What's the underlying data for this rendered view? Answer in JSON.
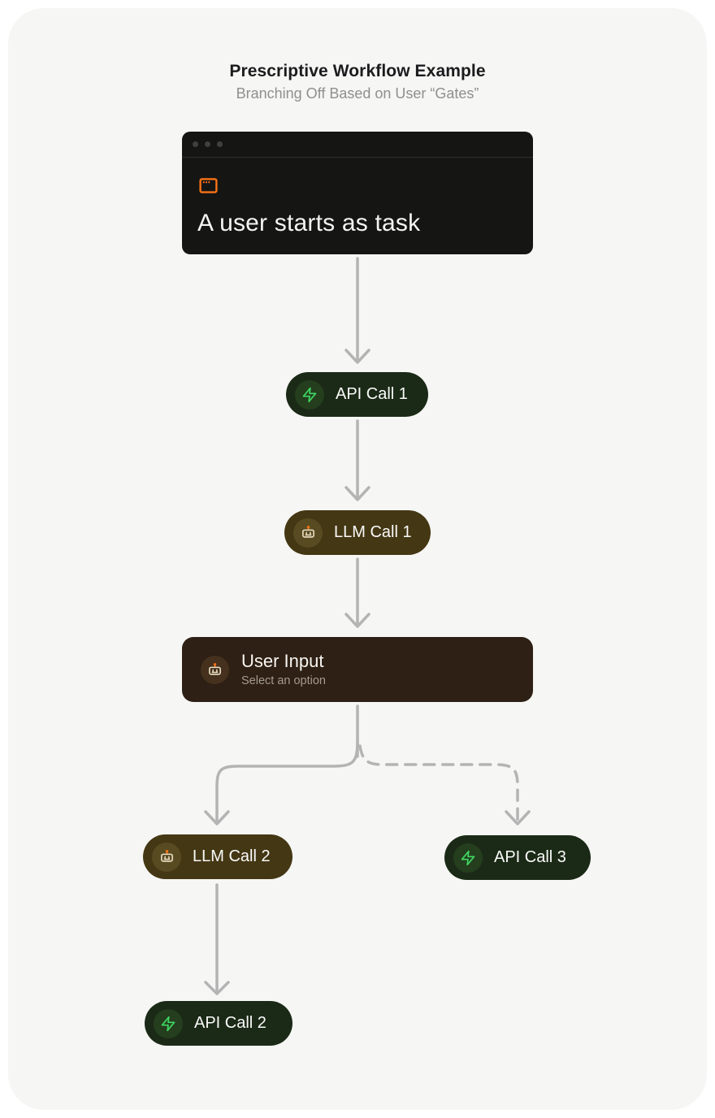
{
  "header": {
    "title": "Prescriptive Workflow Example",
    "subtitle": "Branching Off Based on User “Gates”"
  },
  "terminal": {
    "text": "A user starts as task",
    "icon": "app-window-icon",
    "window_dots": 3
  },
  "nodes": {
    "api_call_1": {
      "label": "API Call 1",
      "icon": "zap-icon",
      "type": "api"
    },
    "llm_call_1": {
      "label": "LLM Call 1",
      "icon": "bot-icon",
      "type": "llm"
    },
    "user_input": {
      "title": "User Input",
      "subtitle": "Select an option",
      "icon": "bot-icon",
      "type": "user-gate"
    },
    "llm_call_2": {
      "label": "LLM Call 2",
      "icon": "bot-icon",
      "type": "llm"
    },
    "api_call_3": {
      "label": "API Call 3",
      "icon": "zap-icon",
      "type": "api"
    },
    "api_call_2": {
      "label": "API Call 2",
      "icon": "zap-icon",
      "type": "api"
    }
  },
  "edges": [
    {
      "from": "task-window",
      "to": "api_call_1",
      "style": "solid"
    },
    {
      "from": "api_call_1",
      "to": "llm_call_1",
      "style": "solid"
    },
    {
      "from": "llm_call_1",
      "to": "user_input",
      "style": "solid"
    },
    {
      "from": "user_input",
      "to": "llm_call_2",
      "style": "solid"
    },
    {
      "from": "user_input",
      "to": "api_call_3",
      "style": "dashed"
    },
    {
      "from": "llm_call_2",
      "to": "api_call_2",
      "style": "solid"
    }
  ],
  "colors": {
    "canvas_bg": "#f6f6f5",
    "terminal_bg": "#151514",
    "api_pill_bg": "#1b2a16",
    "api_icon_bg": "#243e1e",
    "api_icon_green": "#3fd863",
    "llm_pill_bg": "#443713",
    "llm_icon_bg": "#594b21",
    "llm_icon_cream": "#ece2c8",
    "user_input_bg": "#2e2014",
    "user_input_icon_bg": "#45311d",
    "accent_orange": "#f97316",
    "edge_gray": "#b4b4b4"
  }
}
